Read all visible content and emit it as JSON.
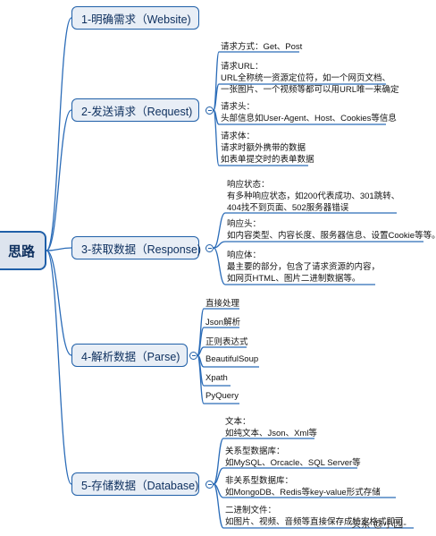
{
  "root": {
    "label": "思路"
  },
  "branches": [
    {
      "label": "1-明确需求（Website)"
    },
    {
      "label": "2-发送请求（Request)"
    },
    {
      "label": "3-获取数据（Response)"
    },
    {
      "label": "4-解析数据（Parse)"
    },
    {
      "label": "5-存储数据（Database)"
    }
  ],
  "request_notes": [
    {
      "lines": [
        "请求方式：Get、Post"
      ]
    },
    {
      "lines": [
        "请求URL：",
        "URL全称统一资源定位符，如一个网页文档、",
        "一张图片、一个视频等都可以用URL唯一来确定"
      ]
    },
    {
      "lines": [
        "请求头：",
        "头部信息如User-Agent、Host、Cookies等信息"
      ]
    },
    {
      "lines": [
        "请求体：",
        "请求时额外携带的数据",
        "如表单提交时的表单数据"
      ]
    }
  ],
  "response_notes": [
    {
      "lines": [
        "响应状态：",
        "有多种响应状态，如200代表成功、301跳转、",
        "404找不到页面、502服务器错误"
      ]
    },
    {
      "lines": [
        "响应头：",
        "如内容类型、内容长度、服务器信息、设置Cookie等等。"
      ]
    },
    {
      "lines": [
        "响应体：",
        "最主要的部分，包含了请求资源的内容，",
        "如网页HTML、图片二进制数据等。"
      ]
    }
  ],
  "parse_items": [
    "直接处理",
    "Json解析",
    "正则表达式",
    "BeautifulSoup",
    "Xpath",
    "PyQuery"
  ],
  "database_notes": [
    {
      "lines": [
        "文本：",
        "如纯文本、Json、Xml等"
      ]
    },
    {
      "lines": [
        "关系型数据库：",
        "如MySQL、Orcacle、SQL Server等"
      ]
    },
    {
      "lines": [
        "非关系型数据库：",
        "如MongoDB、Redis等key-value形式存储"
      ]
    },
    {
      "lines": [
        "二进制文件：",
        "如图片、视频、音频等直接保存成特定格式即可"
      ]
    }
  ],
  "watermark": "头条 @小园-",
  "colors": {
    "branch_border": "#1f5fa8",
    "branch_fill": "#e8eef6",
    "connector": "#2b6cb8",
    "root_fill": "#dde4ee"
  }
}
